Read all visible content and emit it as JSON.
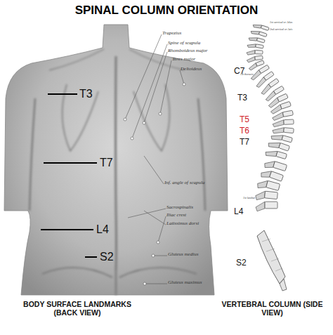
{
  "diagram": {
    "title": "SPINAL COLUMN ORIENTATION",
    "labels": [
      "T3",
      "T7",
      "L4",
      "S2",
      "Trapezius",
      "Spine of scapula",
      "Rhomboideus major",
      "Teres major",
      "Deltoideus",
      "Inf. angle of scapula",
      "Sacrospinalis",
      "Iliac crest",
      "Latissimus dorsi",
      "Gluteus medius",
      "Gluteus maximus",
      "1st cervical or Atlas",
      "2nd cervical or Axis",
      "C7",
      "1st thoracic",
      "T3",
      "T5",
      "T6",
      "T7",
      "1st lumbar",
      "L4",
      "S2",
      "BODY SURFACE LANDMARKS (BACK VIEW)",
      "VERTEBRAL COLUMN (SIDE VIEW)"
    ]
  }
}
